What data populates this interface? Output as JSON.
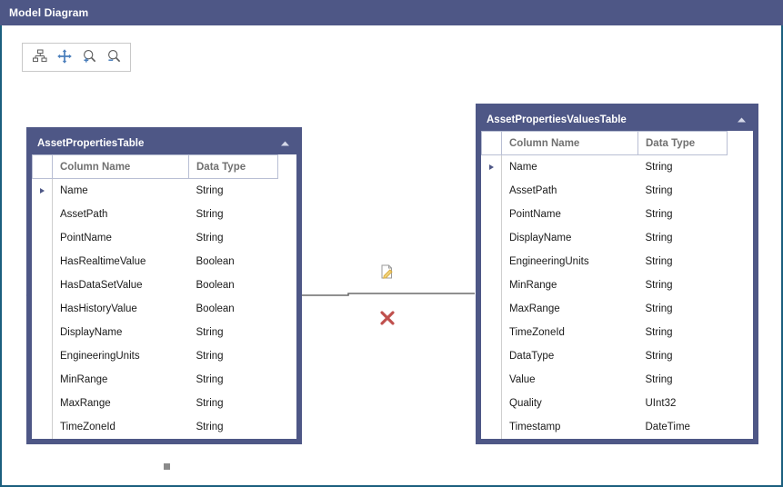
{
  "window": {
    "title": "Model Diagram"
  },
  "toolbar": {
    "buttons": [
      {
        "name": "auto-layout-icon",
        "label": "Auto Layout"
      },
      {
        "name": "pan-icon",
        "label": "Pan"
      },
      {
        "name": "zoom-in-icon",
        "label": "Zoom In"
      },
      {
        "name": "zoom-out-icon",
        "label": "Zoom Out"
      }
    ]
  },
  "columns": {
    "indicator": "",
    "name": "Column Name",
    "type": "Data Type"
  },
  "entities": [
    {
      "id": "asset-properties-table",
      "title": "AssetPropertiesTable",
      "collapse_icon": "chevron-up-icon",
      "rows": [
        {
          "selected": true,
          "name": "Name",
          "type": "String"
        },
        {
          "selected": false,
          "name": "AssetPath",
          "type": "String"
        },
        {
          "selected": false,
          "name": "PointName",
          "type": "String"
        },
        {
          "selected": false,
          "name": "HasRealtimeValue",
          "type": "Boolean"
        },
        {
          "selected": false,
          "name": "HasDataSetValue",
          "type": "Boolean"
        },
        {
          "selected": false,
          "name": "HasHistoryValue",
          "type": "Boolean"
        },
        {
          "selected": false,
          "name": "DisplayName",
          "type": "String"
        },
        {
          "selected": false,
          "name": "EngineeringUnits",
          "type": "String"
        },
        {
          "selected": false,
          "name": "MinRange",
          "type": "String"
        },
        {
          "selected": false,
          "name": "MaxRange",
          "type": "String"
        },
        {
          "selected": false,
          "name": "TimeZoneId",
          "type": "String"
        }
      ]
    },
    {
      "id": "asset-properties-values-table",
      "title": "AssetPropertiesValuesTable",
      "collapse_icon": "chevron-up-icon",
      "rows": [
        {
          "selected": true,
          "name": "Name",
          "type": "String"
        },
        {
          "selected": false,
          "name": "AssetPath",
          "type": "String"
        },
        {
          "selected": false,
          "name": "PointName",
          "type": "String"
        },
        {
          "selected": false,
          "name": "DisplayName",
          "type": "String"
        },
        {
          "selected": false,
          "name": "EngineeringUnits",
          "type": "String"
        },
        {
          "selected": false,
          "name": "MinRange",
          "type": "String"
        },
        {
          "selected": false,
          "name": "MaxRange",
          "type": "String"
        },
        {
          "selected": false,
          "name": "TimeZoneId",
          "type": "String"
        },
        {
          "selected": false,
          "name": "DataType",
          "type": "String"
        },
        {
          "selected": false,
          "name": "Value",
          "type": "String"
        },
        {
          "selected": false,
          "name": "Quality",
          "type": "UInt32"
        },
        {
          "selected": false,
          "name": "Timestamp",
          "type": "DateTime"
        }
      ]
    }
  ],
  "relationship": {
    "edit_icon": "edit-document-icon",
    "delete_icon": "delete-x-icon",
    "arrow": "arrow-left-icon"
  },
  "colors": {
    "chrome": "#4e5786",
    "canvas_border": "#1b5f7e",
    "header_text": "#707070",
    "accent_blue": "#4a7ebb",
    "delete_red": "#c0504d",
    "edit_yellow": "#e8b84b",
    "connector_gray": "#6b6b6b"
  }
}
